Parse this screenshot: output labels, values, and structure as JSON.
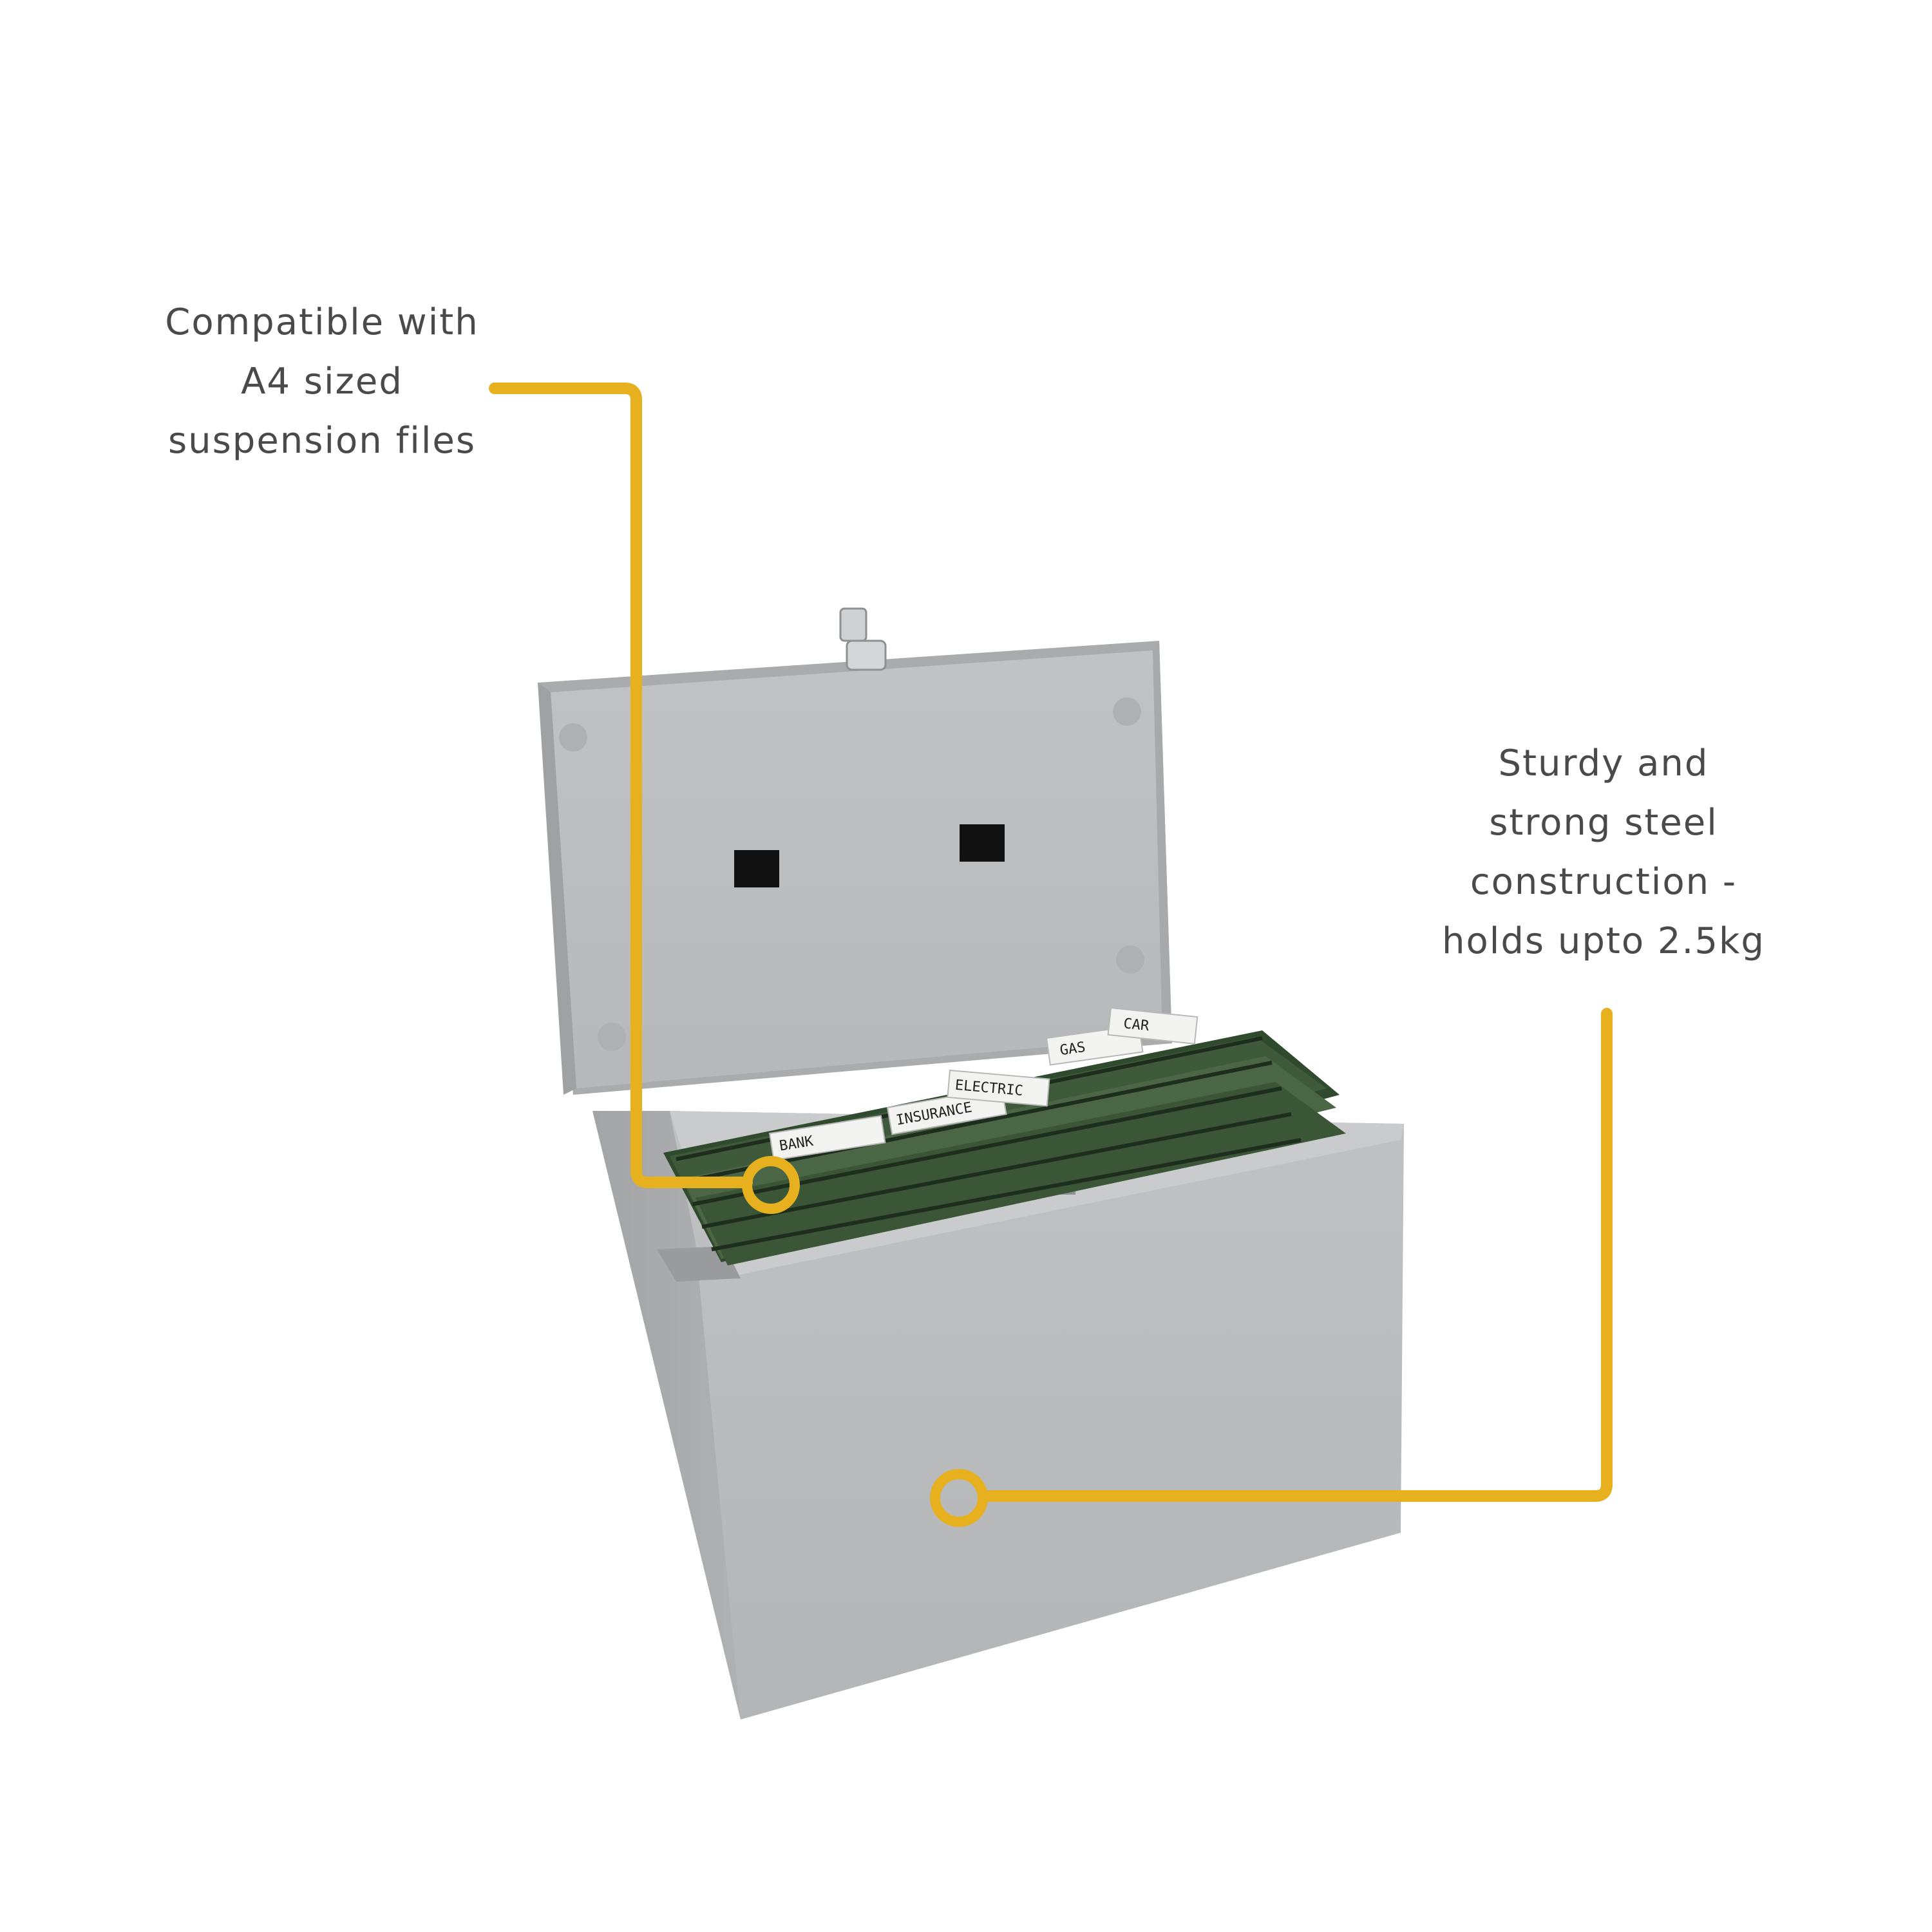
{
  "callouts": {
    "left": {
      "lines": [
        "Compatible with",
        "A4 sized",
        "suspension files"
      ]
    },
    "right": {
      "lines": [
        "Sturdy and",
        "strong steel",
        "construction -",
        "holds upto 2.5kg"
      ]
    }
  },
  "product_labels": [
    "BANK",
    "INSURANCE",
    "ELECTRIC",
    "GAS",
    "CAR"
  ],
  "colors": {
    "background": "#ffffff",
    "callout_text": "#4a4a4a",
    "callout_line": "#e6b01e",
    "box_steel": "#b9bbbd",
    "folders": "#3f5a3a"
  }
}
